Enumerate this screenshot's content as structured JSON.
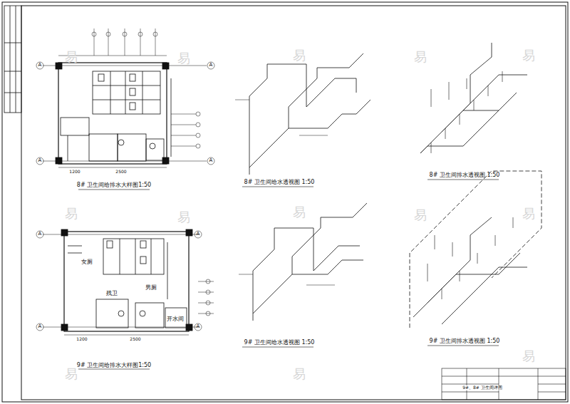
{
  "diagram": {
    "labels": [
      "8# 卫生间给排水大样图1:50",
      "8# 卫生间给水透视图 1:50",
      "8# 卫生间排水透视图 1:50",
      "9# 卫生间给排水大样图1:50",
      "9# 卫生间给水透视图 1:50",
      "9# 卫生间排水透视图 1:50",
      "女厕",
      "男厕",
      "残卫",
      "开水间",
      "A",
      "A",
      "A",
      "A",
      "A",
      "A",
      "A",
      "A",
      "1200",
      "2500",
      "1200",
      "2500",
      "9#、8# 卫生间详图",
      "易",
      "易",
      "易",
      "易",
      "易",
      "易",
      "易",
      "易",
      "易",
      "易",
      "易",
      "易",
      "易"
    ]
  }
}
